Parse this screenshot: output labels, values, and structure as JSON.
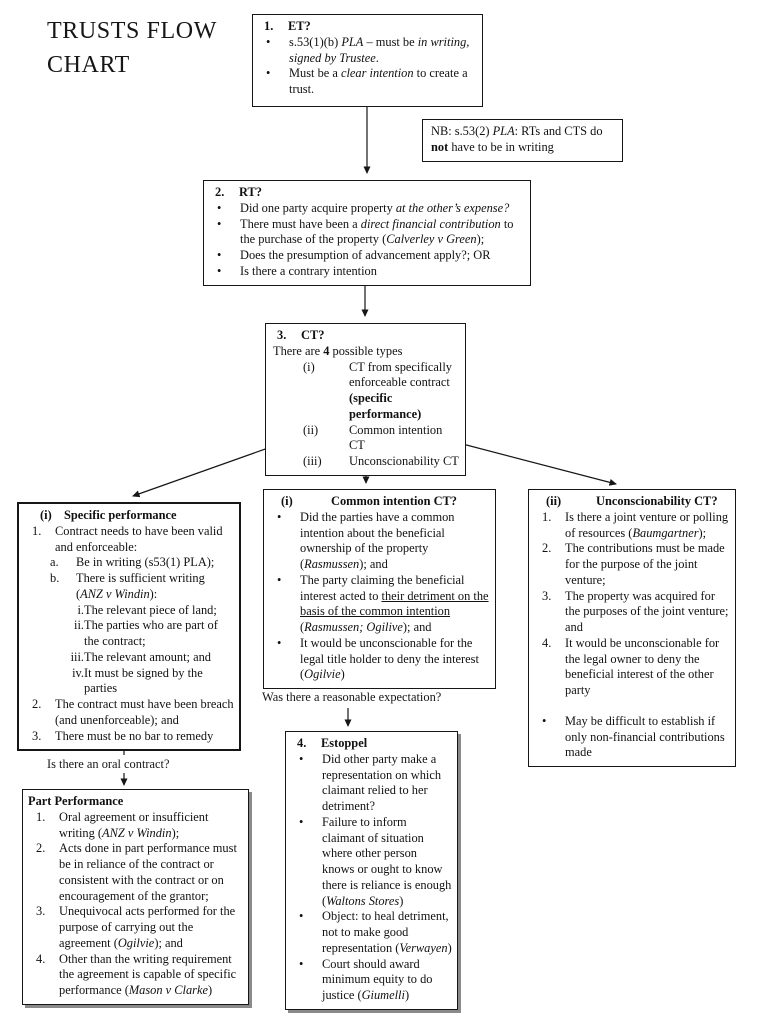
{
  "page_title": {
    "line1": "TRUSTS FLOW",
    "line2": "CHART"
  },
  "boxes": {
    "et": {
      "num": "1.",
      "title": "ET?",
      "items": [
        {
          "m": "•",
          "lvl": 0,
          "seg": [
            {
              "t": "s.53(1)(b) "
            },
            {
              "t": "PLA",
              "f": "i"
            },
            {
              "t": " – must be "
            },
            {
              "t": "in writing, signed by Trustee",
              "f": "i"
            },
            {
              "t": "."
            }
          ]
        },
        {
          "m": "•",
          "lvl": 0,
          "seg": [
            {
              "t": "Must be a "
            },
            {
              "t": "clear intention",
              "f": "i"
            },
            {
              "t": " to create a trust."
            }
          ]
        }
      ]
    },
    "nb": {
      "seg": [
        {
          "t": "NB: s.53(2) "
        },
        {
          "t": "PLA",
          "f": "i"
        },
        {
          "t": ": RTs and CTS do "
        },
        {
          "t": "not",
          "f": "b"
        },
        {
          "t": " have to be in writing"
        }
      ]
    },
    "rt": {
      "num": "2.",
      "title": "RT?",
      "items": [
        {
          "m": "•",
          "lvl": 0,
          "seg": [
            {
              "t": "Did one party acquire property "
            },
            {
              "t": "at the other’s expense?",
              "f": "i"
            }
          ]
        },
        {
          "m": "•",
          "lvl": 0,
          "seg": [
            {
              "t": "There must have been a "
            },
            {
              "t": "direct financial contribution",
              "f": "i"
            },
            {
              "t": " to the purchase of the property ("
            },
            {
              "t": "Calverley v Green",
              "f": "i"
            },
            {
              "t": ");"
            }
          ]
        },
        {
          "m": "•",
          "lvl": 0,
          "seg": [
            {
              "t": "Does the presumption of advancement apply?; OR"
            }
          ]
        },
        {
          "m": "•",
          "lvl": 0,
          "seg": [
            {
              "t": "Is there a contrary intention"
            }
          ]
        }
      ]
    },
    "ct": {
      "num": "3.",
      "title": "CT?",
      "intro": [
        {
          "t": "There are "
        },
        {
          "t": "4",
          "f": "b"
        },
        {
          "t": " possible types"
        }
      ],
      "items": [
        {
          "m": "(i)",
          "lvl": 0,
          "seg": [
            {
              "t": "CT from specifically enforceable contract "
            },
            {
              "t": "(specific performance)",
              "f": "b"
            }
          ]
        },
        {
          "m": "(ii)",
          "lvl": 0,
          "seg": [
            {
              "t": "Common intention CT"
            }
          ]
        },
        {
          "m": "(iii)",
          "lvl": 0,
          "seg": [
            {
              "t": "Unconscionability CT"
            }
          ]
        }
      ]
    },
    "sp": {
      "num": "(i)",
      "title": "Specific performance",
      "items": [
        {
          "m": "1.",
          "lvl": 0,
          "seg": [
            {
              "t": "Contract needs to have been valid and enforceable:"
            }
          ]
        },
        {
          "m": "a.",
          "lvl": 1,
          "seg": [
            {
              "t": "Be in writing (s53(1) PLA);"
            }
          ]
        },
        {
          "m": "b.",
          "lvl": 1,
          "seg": [
            {
              "t": "There is sufficient writing ("
            },
            {
              "t": "ANZ v Windin",
              "f": "i"
            },
            {
              "t": "):"
            }
          ]
        },
        {
          "m": "i.",
          "lvl": 2,
          "seg": [
            {
              "t": "The relevant piece of land;"
            }
          ]
        },
        {
          "m": "ii.",
          "lvl": 2,
          "seg": [
            {
              "t": "The parties who are part of the contract;"
            }
          ]
        },
        {
          "m": "iii.",
          "lvl": 2,
          "seg": [
            {
              "t": "The relevant amount; and"
            }
          ]
        },
        {
          "m": "iv.",
          "lvl": 2,
          "seg": [
            {
              "t": "It must be signed by the parties"
            }
          ]
        },
        {
          "m": "2.",
          "lvl": 0,
          "seg": [
            {
              "t": "The contract must have been breach (and unenforceable); and"
            }
          ]
        },
        {
          "m": "3.",
          "lvl": 0,
          "seg": [
            {
              "t": "There must be no bar to remedy"
            }
          ]
        }
      ]
    },
    "ci": {
      "num": "(i)",
      "title": "Common intention CT?",
      "items": [
        {
          "m": "•",
          "lvl": 0,
          "seg": [
            {
              "t": "Did the parties have a common intention about the beneficial ownership of the property ("
            },
            {
              "t": "Rasmussen",
              "f": "i"
            },
            {
              "t": "); and"
            }
          ]
        },
        {
          "m": "•",
          "lvl": 0,
          "seg": [
            {
              "t": "The party claiming the beneficial interest acted to "
            },
            {
              "t": "their detriment on the basis of the common intention",
              "f": "u"
            },
            {
              "t": " ("
            },
            {
              "t": "Rasmussen; Ogilive",
              "f": "i"
            },
            {
              "t": "); and"
            }
          ]
        },
        {
          "m": "•",
          "lvl": 0,
          "seg": [
            {
              "t": "It would be unconscionable for the legal title holder to deny the interest ("
            },
            {
              "t": "Ogilvie",
              "f": "i"
            },
            {
              "t": ")"
            }
          ]
        }
      ]
    },
    "uc": {
      "num": "(ii)",
      "title": "Unconscionability CT?",
      "items": [
        {
          "m": "1.",
          "lvl": 0,
          "seg": [
            {
              "t": "Is there a joint venture or polling of resources ("
            },
            {
              "t": "Baumgartner",
              "f": "i"
            },
            {
              "t": ");"
            }
          ]
        },
        {
          "m": "2.",
          "lvl": 0,
          "seg": [
            {
              "t": "The contributions must be made for the purpose of the joint venture;"
            }
          ]
        },
        {
          "m": "3.",
          "lvl": 0,
          "seg": [
            {
              "t": "The property was acquired for the purposes of the joint venture; and"
            }
          ]
        },
        {
          "m": "4.",
          "lvl": 0,
          "seg": [
            {
              "t": "It would be unconscionable for the legal owner to deny the beneficial interest of the other party"
            }
          ]
        },
        {
          "m": "•",
          "lvl": 0,
          "gap": true,
          "seg": [
            {
              "t": "May be difficult to establish if only non-financial contributions made"
            }
          ]
        }
      ]
    },
    "est": {
      "num": "4.",
      "title": "Estoppel",
      "items": [
        {
          "m": "•",
          "lvl": 0,
          "seg": [
            {
              "t": "Did other party make a representation on which claimant relied to her detriment?"
            }
          ]
        },
        {
          "m": "•",
          "lvl": 0,
          "seg": [
            {
              "t": "Failure to inform claimant of situation where other person knows or ought to know there is reliance is enough ("
            },
            {
              "t": "Waltons Stores",
              "f": "i"
            },
            {
              "t": ")"
            }
          ]
        },
        {
          "m": "•",
          "lvl": 0,
          "seg": [
            {
              "t": "Object: to heal detriment, not to make good representation ("
            },
            {
              "t": "Verwayen",
              "f": "i"
            },
            {
              "t": ")"
            }
          ]
        },
        {
          "m": "•",
          "lvl": 0,
          "seg": [
            {
              "t": "Court should award minimum equity to do justice ("
            },
            {
              "t": "Giumelli",
              "f": "i"
            },
            {
              "t": ")"
            }
          ]
        }
      ]
    },
    "pp": {
      "title": "Part Performance",
      "items": [
        {
          "m": "1.",
          "lvl": 0,
          "seg": [
            {
              "t": "Oral agreement or insufficient writing ("
            },
            {
              "t": "ANZ v Windin",
              "f": "i"
            },
            {
              "t": ");"
            }
          ]
        },
        {
          "m": "2.",
          "lvl": 0,
          "seg": [
            {
              "t": "Acts done in part performance must be in reliance of the contract or consistent with the contract or on encouragement of the grantor;"
            }
          ]
        },
        {
          "m": "3.",
          "lvl": 0,
          "seg": [
            {
              "t": "Unequivocal acts performed for the purpose of carrying out the agreement ("
            },
            {
              "t": "Ogilvie",
              "f": "i"
            },
            {
              "t": "); and"
            }
          ]
        },
        {
          "m": "4.",
          "lvl": 0,
          "seg": [
            {
              "t": "Other than the writing requirement the agreement is capable of specific performance ("
            },
            {
              "t": "Mason v Clarke",
              "f": "i"
            },
            {
              "t": ")"
            }
          ]
        }
      ]
    }
  },
  "connector_labels": {
    "oral": "Is there an oral contract?",
    "expectation": "Was there a reasonable expectation?"
  }
}
